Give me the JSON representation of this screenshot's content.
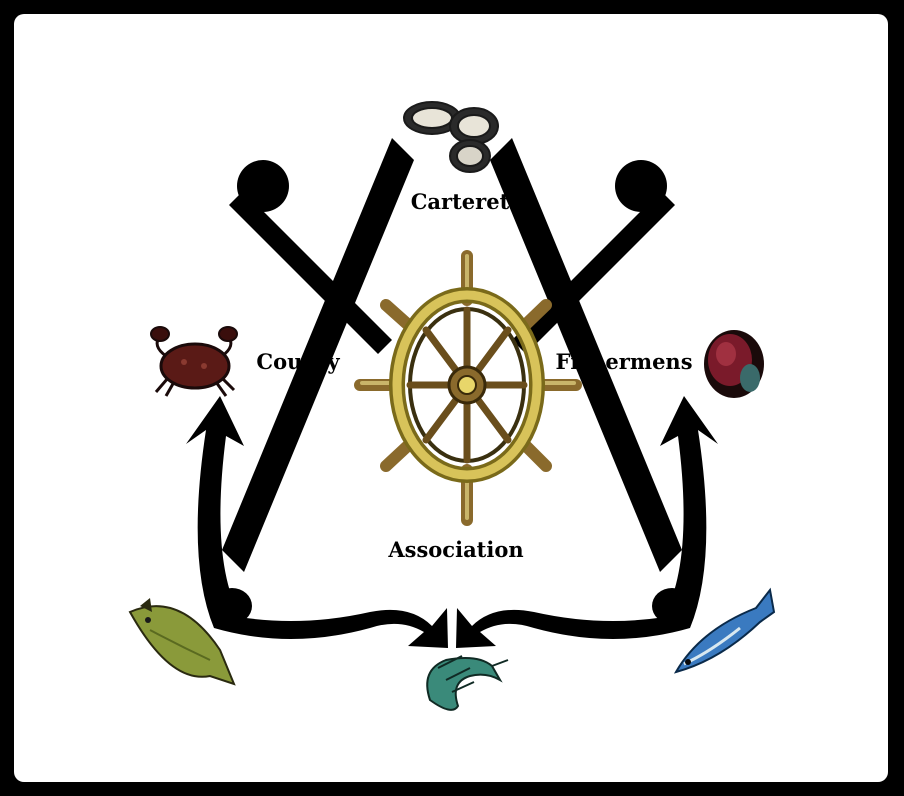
{
  "logo": {
    "words": {
      "top": "Carteret",
      "left": "County",
      "right": "Fishermens",
      "bottom": "Association"
    }
  },
  "colors": {
    "frame": "#000000",
    "panel": "#ffffff",
    "anchor": "#000000",
    "wheel_gold": "#b8a23a",
    "wheel_wood": "#8a6a2c",
    "crab": "#5a1a16",
    "flounder": "#8a9a3a",
    "shrimp": "#3a8a7a",
    "mullet": "#3a7ac0",
    "clam": "#2a2a2a",
    "scallop": "#7a1a2a"
  },
  "icons": [
    "clam-icon",
    "crab-icon",
    "scallop-icon",
    "flounder-icon",
    "shrimp-icon",
    "mullet-icon",
    "ship-wheel-icon",
    "anchor-icon"
  ]
}
